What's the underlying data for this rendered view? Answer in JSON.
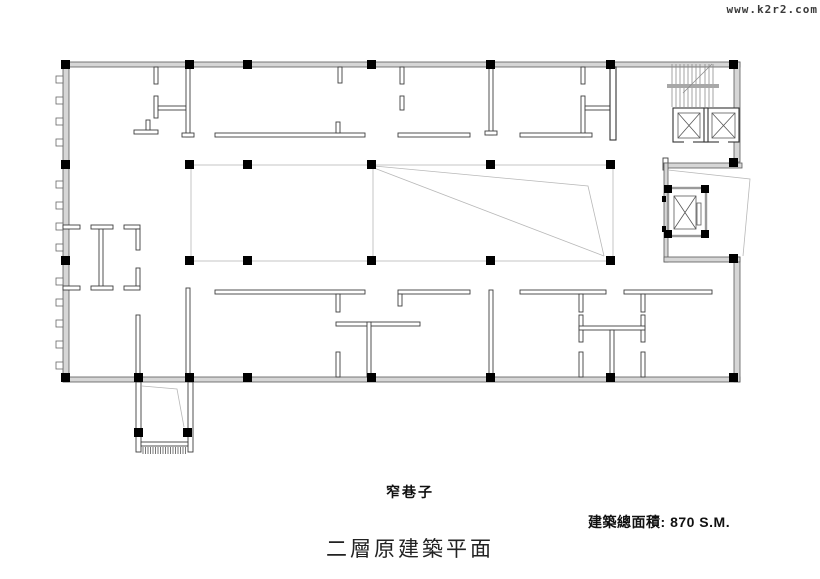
{
  "watermark": {
    "text": "www.k2r2.com"
  },
  "labels": {
    "street": "窄巷子",
    "area_label": "建築總面積:",
    "area_value": "870 S.M.",
    "title": "二層原建築平面"
  },
  "colors": {
    "background": "#ffffff",
    "wall_line": "#3f3f3f",
    "wall_gray_fill": "#d6d6d6",
    "column": "#000000",
    "reference_line": "#b8b8b8",
    "text": "#1a1a1a"
  }
}
